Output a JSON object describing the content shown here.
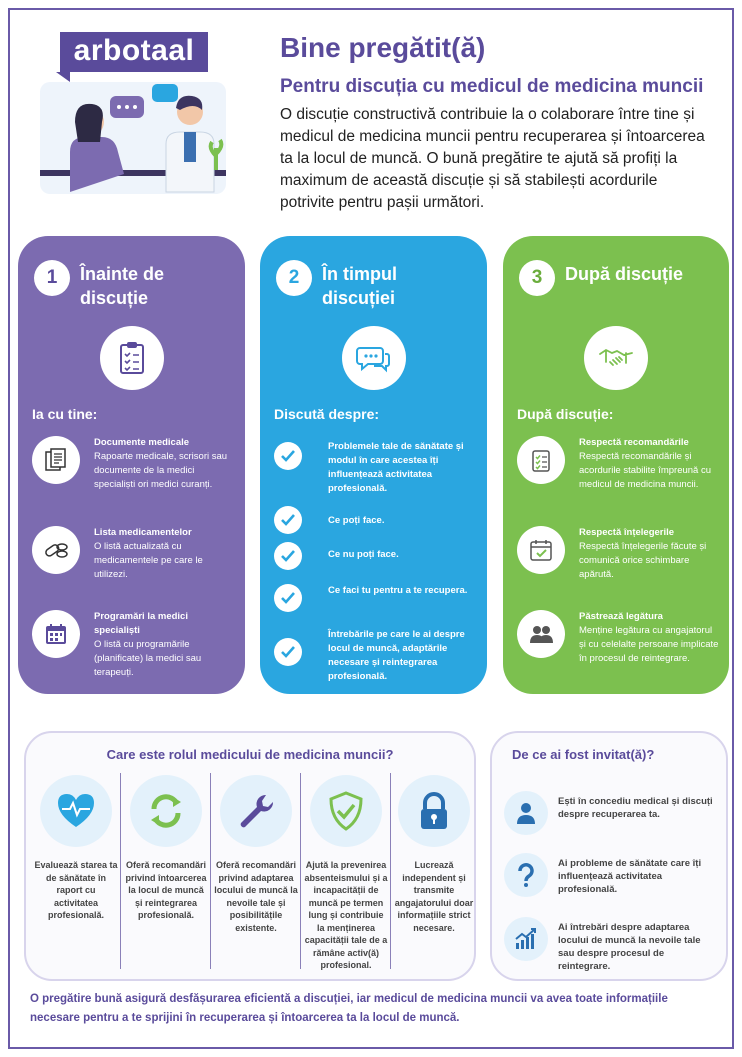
{
  "brand": {
    "logo_text": "arbotaal",
    "primary": "#5a4b9b",
    "blue": "#2aa6e0",
    "green": "#7cc04f",
    "purple": "#7c6bb0"
  },
  "header": {
    "title": "Bine pregătit(ă)",
    "subtitle": "Pentru discuția cu medicul de medicina muncii",
    "intro": "O discuție constructivă contribuie la o colaborare între tine și medicul de medicina muncii pentru recuperarea și întoarcerea ta la locul de muncă. O bună pregătire te ajută să profiți la maximum de această discuție și să stabilești acordurile potrivite pentru pașii următori."
  },
  "columns": [
    {
      "number": "1",
      "title": "Înainte de discuție",
      "icon": "clipboard-icon",
      "label": "Ia cu tine:",
      "items": [
        {
          "icon": "documents-icon",
          "title": "Documente medicale",
          "text": "Rapoarte medicale, scrisori sau documente de la medici specialiști ori medici curanți."
        },
        {
          "icon": "pills-icon",
          "title": "Lista medicamentelor",
          "text": "O listă actualizată cu medicamentele pe care le utilizezi."
        },
        {
          "icon": "calendar-icon",
          "title": "Programări la medici specialiști",
          "text": "O listă cu programările (planificate) la medici sau terapeuți."
        }
      ]
    },
    {
      "number": "2",
      "title": "În timpul discuției",
      "icon": "chat-bubble-icon",
      "label": "Discută despre:",
      "items": [
        "Problemele tale de sănătate și modul în care acestea îți influențează activitatea profesională.",
        "Ce poți face.",
        "Ce nu poți face.",
        "Ce faci tu pentru a te recupera.",
        "Întrebările pe care le ai despre locul de muncă, adaptările necesare și reintegrarea profesională."
      ]
    },
    {
      "number": "3",
      "title": "După discuție",
      "icon": "handshake-icon",
      "label": "După discuție:",
      "items": [
        {
          "icon": "checklist-icon",
          "title": "Respectă recomandările",
          "text": "Respectă recomandările și acordurile stabilite împreună cu medicul de medicina muncii."
        },
        {
          "icon": "calendar-check-icon",
          "title": "Respectă înțelegerile",
          "text": "Respectă înțelegerile făcute și comunică orice schimbare apărută."
        },
        {
          "icon": "people-icon",
          "title": "Păstrează legătura",
          "text": "Menține legătura cu angajatorul și cu celelalte persoane implicate în procesul de reintegrare."
        }
      ]
    }
  ],
  "role": {
    "title": "Care este rolul medicului de medicina muncii?",
    "items": [
      {
        "icon": "heart-pulse-icon",
        "text": "Evaluează starea ta de sănătate în raport cu activitatea profesională."
      },
      {
        "icon": "refresh-arrows-icon",
        "text": "Oferă recomandări privind întoarcerea la locul de muncă și reintegrarea profesională."
      },
      {
        "icon": "wrench-icon",
        "text": "Oferă recomandări privind adaptarea locului de muncă la nevoile tale și posibilitățile existente."
      },
      {
        "icon": "shield-check-icon",
        "text": "Ajută la prevenirea absenteismului și a incapacității de muncă pe termen lung și contribuie la menținerea capacității tale de a rămâne activ(ă) profesional."
      },
      {
        "icon": "lock-icon",
        "text": "Lucrează independent și transmite angajatorului doar informațiile strict necesare."
      }
    ]
  },
  "why": {
    "title": "De ce ai fost invitat(ă)?",
    "items": [
      {
        "icon": "person-icon",
        "text": "Ești în concediu medical și discuți despre recuperarea ta."
      },
      {
        "icon": "question-mark-icon",
        "text": "Ai probleme de sănătate care îți influențează activitatea profesională."
      },
      {
        "icon": "chart-growth-icon",
        "text": "Ai întrebări despre adaptarea locului de muncă la nevoile tale sau despre procesul de reintegrare."
      }
    ]
  },
  "footer": "O pregătire bună asigură desfășurarea eficientă a discuției, iar medicul de medicina muncii va avea toate informațiile necesare pentru a te sprijini în recuperarea și întoarcerea ta la locul de muncă."
}
